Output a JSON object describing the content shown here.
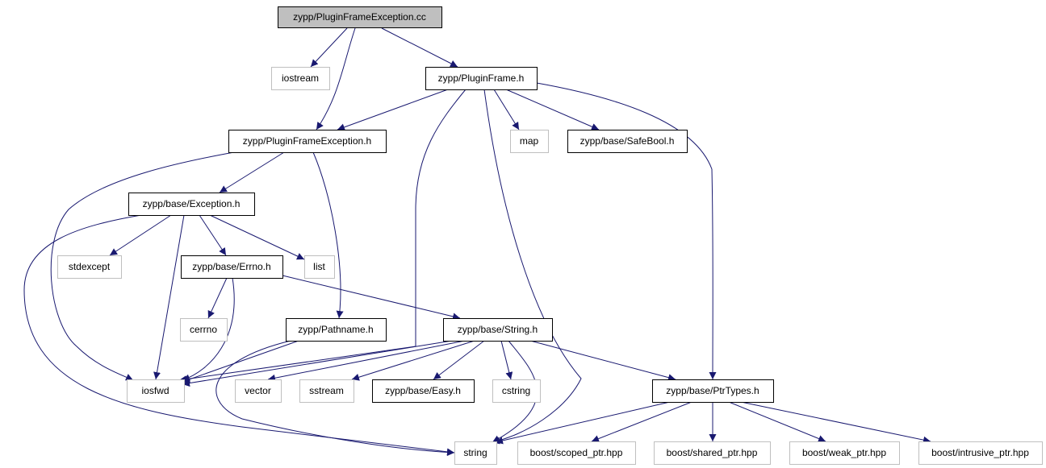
{
  "graph": {
    "nodes": [
      {
        "id": "root",
        "label": "zypp/PluginFrameException.cc",
        "kind": "root"
      },
      {
        "id": "iostream",
        "label": "iostream",
        "kind": "external"
      },
      {
        "id": "pluginframe",
        "label": "zypp/PluginFrame.h",
        "kind": "documented"
      },
      {
        "id": "pfexc",
        "label": "zypp/PluginFrameException.h",
        "kind": "documented"
      },
      {
        "id": "map",
        "label": "map",
        "kind": "external"
      },
      {
        "id": "safebool",
        "label": "zypp/base/SafeBool.h",
        "kind": "documented"
      },
      {
        "id": "exception",
        "label": "zypp/base/Exception.h",
        "kind": "documented"
      },
      {
        "id": "stdexcept",
        "label": "stdexcept",
        "kind": "external"
      },
      {
        "id": "errno",
        "label": "zypp/base/Errno.h",
        "kind": "documented"
      },
      {
        "id": "list",
        "label": "list",
        "kind": "external"
      },
      {
        "id": "cerrno",
        "label": "cerrno",
        "kind": "external"
      },
      {
        "id": "pathname",
        "label": "zypp/Pathname.h",
        "kind": "documented"
      },
      {
        "id": "stringh",
        "label": "zypp/base/String.h",
        "kind": "documented"
      },
      {
        "id": "iosfwd",
        "label": "iosfwd",
        "kind": "external"
      },
      {
        "id": "vector",
        "label": "vector",
        "kind": "external"
      },
      {
        "id": "sstream",
        "label": "sstream",
        "kind": "external"
      },
      {
        "id": "easy",
        "label": "zypp/base/Easy.h",
        "kind": "documented"
      },
      {
        "id": "cstring",
        "label": "cstring",
        "kind": "external"
      },
      {
        "id": "ptrtypes",
        "label": "zypp/base/PtrTypes.h",
        "kind": "documented"
      },
      {
        "id": "string",
        "label": "string",
        "kind": "external"
      },
      {
        "id": "scoped",
        "label": "boost/scoped_ptr.hpp",
        "kind": "external"
      },
      {
        "id": "shared",
        "label": "boost/shared_ptr.hpp",
        "kind": "external"
      },
      {
        "id": "weak",
        "label": "boost/weak_ptr.hpp",
        "kind": "external"
      },
      {
        "id": "intrusive",
        "label": "boost/intrusive_ptr.hpp",
        "kind": "external"
      }
    ],
    "edges": [
      [
        "root",
        "iostream"
      ],
      [
        "root",
        "pluginframe"
      ],
      [
        "root",
        "pfexc"
      ],
      [
        "pluginframe",
        "pfexc"
      ],
      [
        "pluginframe",
        "iosfwd"
      ],
      [
        "pluginframe",
        "string"
      ],
      [
        "pluginframe",
        "map"
      ],
      [
        "pluginframe",
        "safebool"
      ],
      [
        "pluginframe",
        "ptrtypes"
      ],
      [
        "pfexc",
        "iosfwd"
      ],
      [
        "pfexc",
        "exception"
      ],
      [
        "pfexc",
        "pathname"
      ],
      [
        "exception",
        "string"
      ],
      [
        "exception",
        "stdexcept"
      ],
      [
        "exception",
        "iosfwd"
      ],
      [
        "exception",
        "errno"
      ],
      [
        "exception",
        "list"
      ],
      [
        "errno",
        "cerrno"
      ],
      [
        "errno",
        "iosfwd"
      ],
      [
        "errno",
        "stringh"
      ],
      [
        "pathname",
        "iosfwd"
      ],
      [
        "pathname",
        "string"
      ],
      [
        "stringh",
        "iosfwd"
      ],
      [
        "stringh",
        "vector"
      ],
      [
        "stringh",
        "sstream"
      ],
      [
        "stringh",
        "easy"
      ],
      [
        "stringh",
        "cstring"
      ],
      [
        "stringh",
        "string"
      ],
      [
        "stringh",
        "ptrtypes"
      ],
      [
        "ptrtypes",
        "string"
      ],
      [
        "ptrtypes",
        "scoped"
      ],
      [
        "ptrtypes",
        "shared"
      ],
      [
        "ptrtypes",
        "weak"
      ],
      [
        "ptrtypes",
        "intrusive"
      ]
    ],
    "colors": {
      "edge": "#191970",
      "documented_border": "#000000",
      "external_border": "#bfbfbf",
      "root_fill": "#bfbfbf"
    }
  }
}
